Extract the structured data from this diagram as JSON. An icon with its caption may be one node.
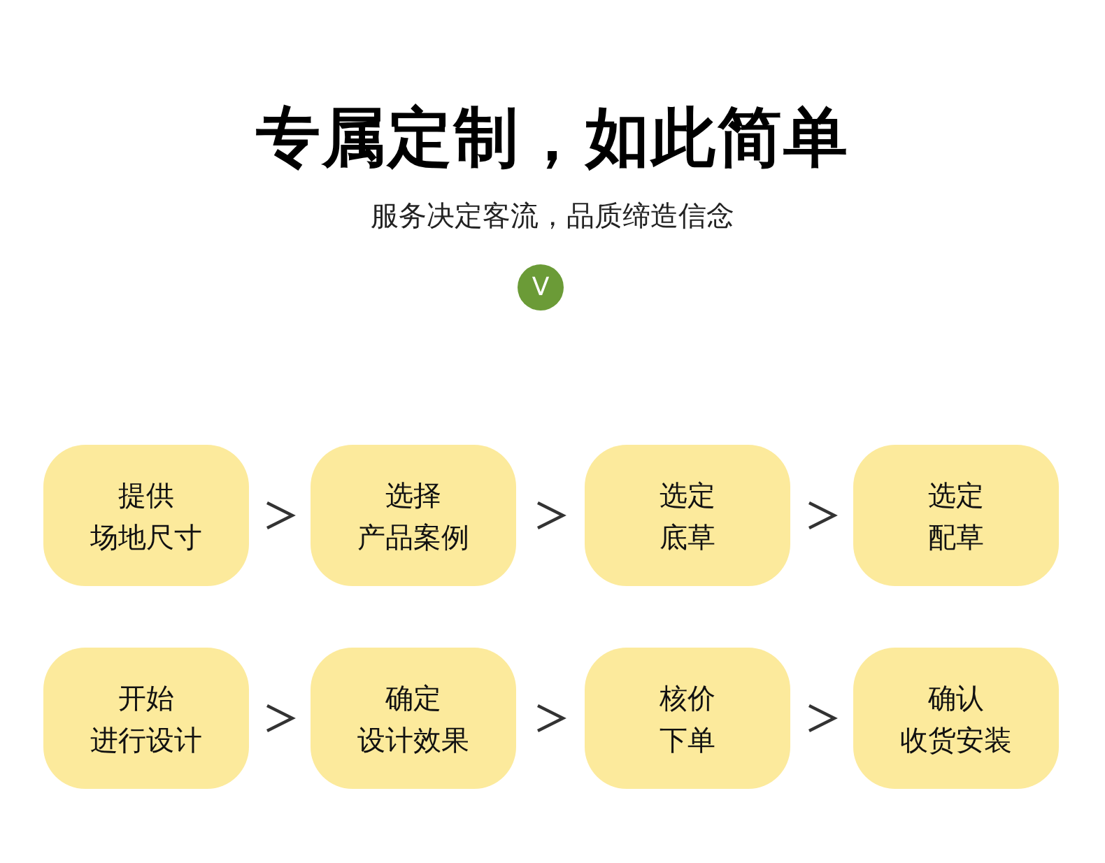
{
  "diagram": {
    "title": "专属定制，如此简单",
    "caption": "服务决定客流，品质缔造信念",
    "nodes": [
      {
        "text": [
          "提供",
          "场地尺寸"
        ]
      },
      {
        "text": [
          "选择",
          "产品案例"
        ]
      },
      {
        "text": [
          "选定",
          "底草"
        ]
      },
      {
        "text": [
          "选定",
          "配草"
        ]
      },
      {
        "text": [
          "开始",
          "进行设计"
        ]
      },
      {
        "text": [
          "确定",
          "设计效果"
        ]
      },
      {
        "text": [
          "核价",
          "下单"
        ]
      },
      {
        "text": [
          "确认",
          "收货安装"
        ]
      }
    ],
    "edges": [
      {
        "from": 0,
        "to": 1,
        "arrow": "to"
      },
      {
        "from": 1,
        "to": 2,
        "arrow": "to"
      },
      {
        "from": 2,
        "to": 3,
        "arrow": "to"
      },
      {
        "from": 4,
        "to": 5,
        "arrow": "to"
      },
      {
        "from": 5,
        "to": 6,
        "arrow": "to"
      },
      {
        "from": 6,
        "to": 7,
        "arrow": "to"
      }
    ],
    "labels": [
      "V"
    ]
  }
}
